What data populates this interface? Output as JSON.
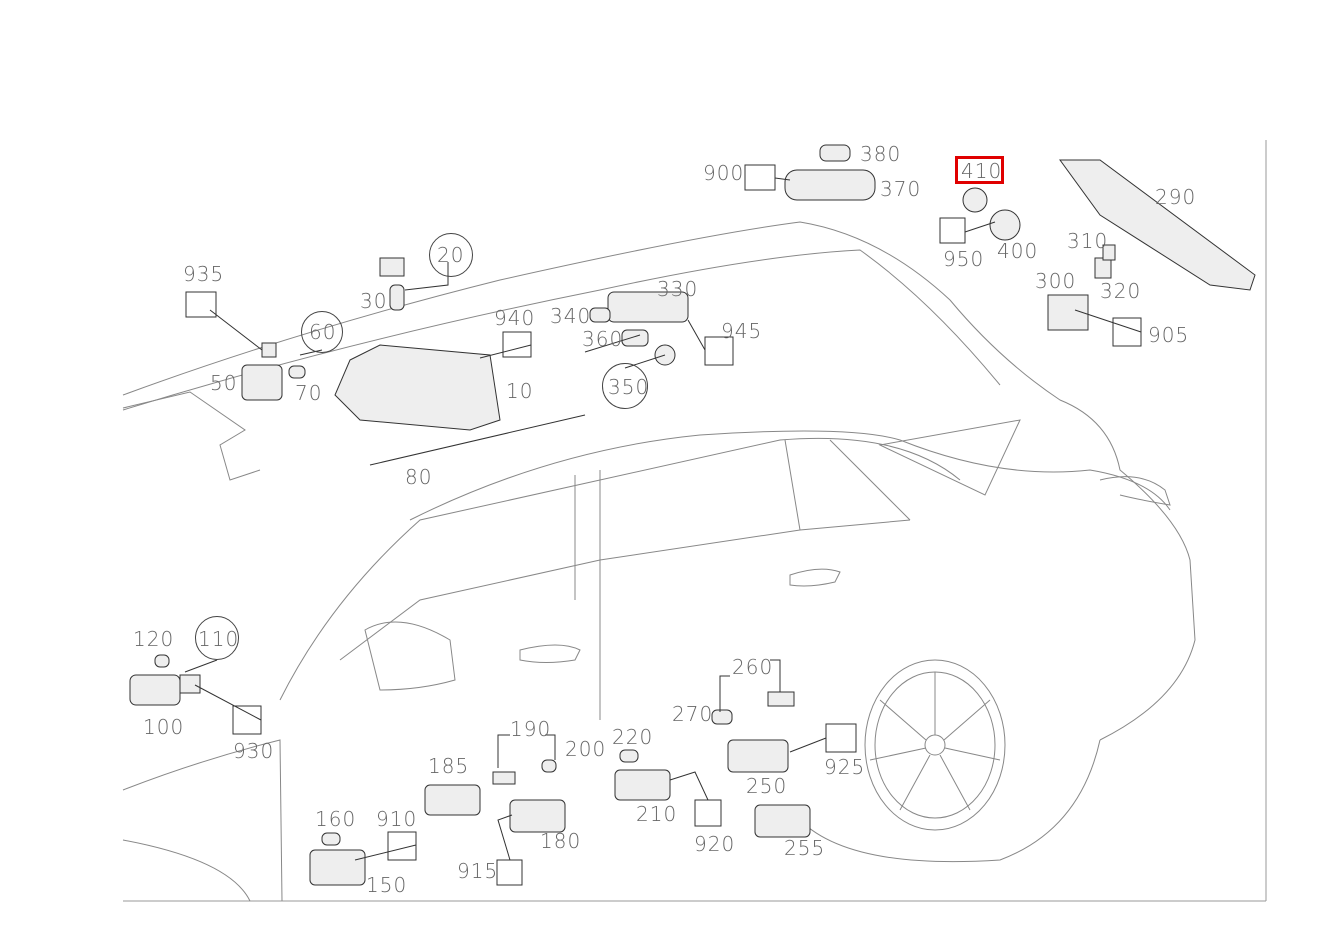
{
  "diagram": {
    "highlighted_part": "410",
    "highlight_color": "#e00000",
    "circled_parts": [
      "20",
      "60",
      "350",
      "110"
    ],
    "labels": [
      "380",
      "900",
      "370",
      "410",
      "290",
      "950",
      "400",
      "310",
      "300",
      "320",
      "905",
      "935",
      "20",
      "30",
      "60",
      "50",
      "70",
      "10",
      "940",
      "340",
      "330",
      "945",
      "360",
      "350",
      "80",
      "120",
      "110",
      "100",
      "930",
      "260",
      "270",
      "190",
      "200",
      "220",
      "185",
      "250",
      "925",
      "160",
      "910",
      "180",
      "210",
      "255",
      "915",
      "920",
      "150"
    ]
  }
}
